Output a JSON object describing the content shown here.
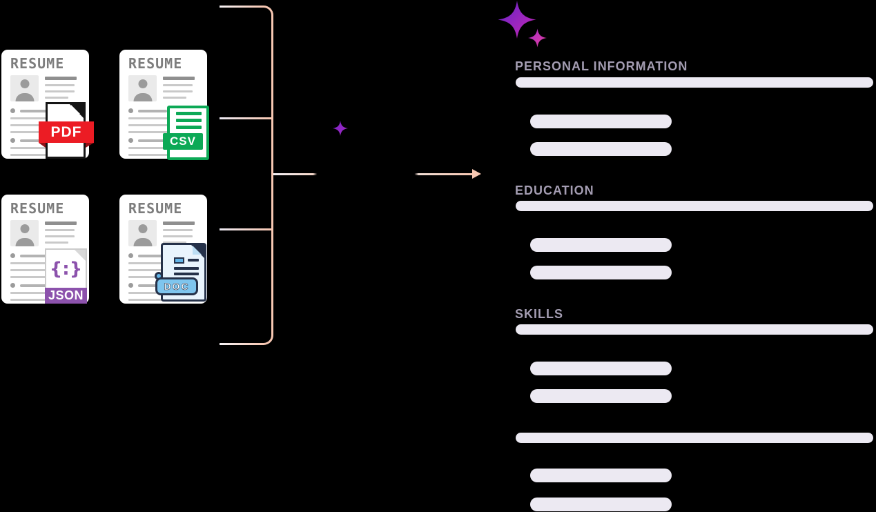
{
  "diagram": {
    "description_colors": {
      "background": "#000000",
      "connector": "#f7c7b2",
      "placeholder_bar": "#ece9f2",
      "section_title": "#a49db2",
      "sparkle_gradient_from": "#6323c8",
      "sparkle_gradient_to": "#cf28b0"
    },
    "input_group": {
      "card_title": "RESUME",
      "badges": {
        "pdf": {
          "label": "PDF",
          "color": "#ec1c24"
        },
        "csv": {
          "label": "CSV",
          "color": "#0ca956"
        },
        "json": {
          "label": "JSON",
          "glyph": "{:}",
          "color": "#8c52ac"
        },
        "doc": {
          "label": "DOC",
          "color": "#7ec5ee"
        }
      }
    },
    "output_panel": {
      "sections": [
        {
          "title": "PERSONAL INFORMATION",
          "full_lines": 1,
          "short_lines": 2
        },
        {
          "title": "EDUCATION",
          "full_lines": 1,
          "short_lines": 2
        },
        {
          "title": "SKILLS",
          "full_lines": 1,
          "short_lines": 2
        },
        {
          "title": "",
          "full_lines": 1,
          "short_lines": 2
        }
      ]
    }
  }
}
